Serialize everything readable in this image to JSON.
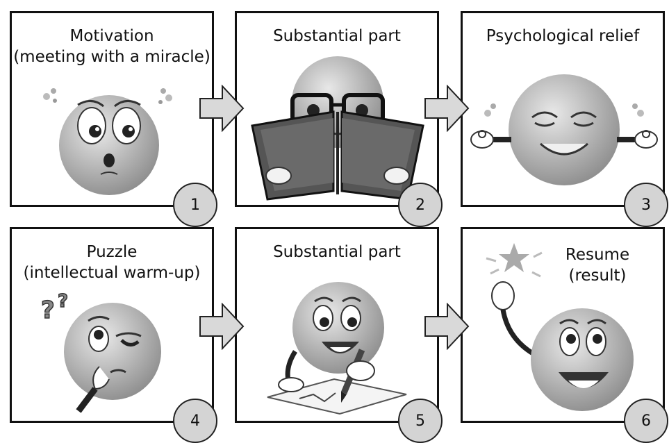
{
  "steps": [
    {
      "title": "Motivation",
      "subtitle": "(meeting with a miracle)",
      "number": "1",
      "icon": "surprised-face-icon"
    },
    {
      "title": "Substantial part",
      "subtitle": "",
      "number": "2",
      "icon": "reading-book-face-icon"
    },
    {
      "title": "Psychological relief",
      "subtitle": "",
      "number": "3",
      "icon": "meditating-face-icon"
    },
    {
      "title": "Puzzle",
      "subtitle": "(intellectual warm-up)",
      "number": "4",
      "icon": "thinking-face-icon"
    },
    {
      "title": "Substantial part",
      "subtitle": "",
      "number": "5",
      "icon": "writing-face-icon"
    },
    {
      "title": "Resume",
      "subtitle": "(result)",
      "number": "6",
      "icon": "waving-face-icon"
    }
  ],
  "arrow_icon": "right-arrow-icon",
  "colors": {
    "border": "#111111",
    "badge_fill": "#d4d4d4",
    "arrow_fill": "#d9d9d9"
  }
}
